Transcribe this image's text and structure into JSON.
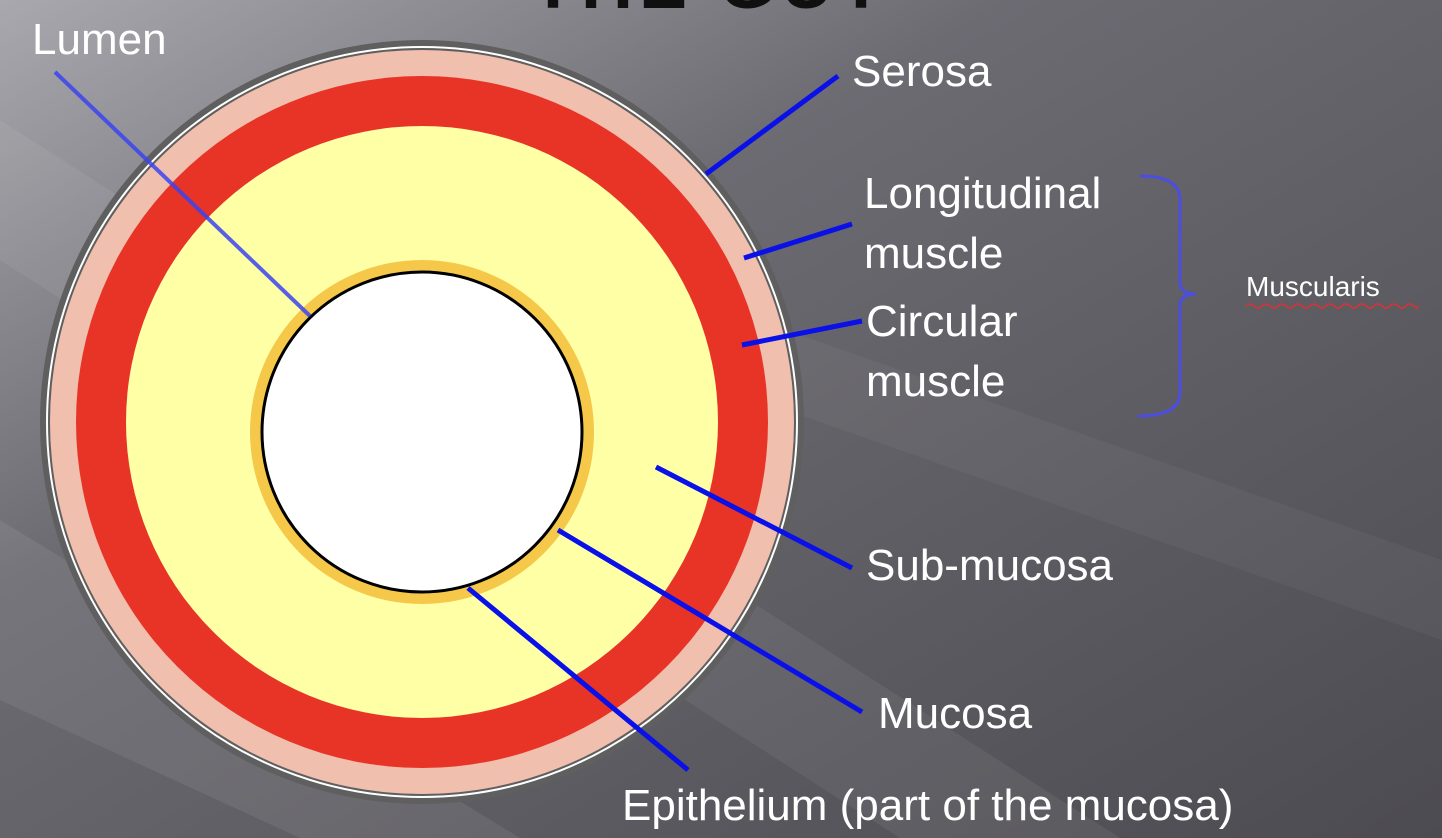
{
  "title": "THE GUT",
  "labels": {
    "lumen": "Lumen",
    "serosa": "Serosa",
    "longitudinal_line1": "Longitudinal",
    "longitudinal_line2": "muscle",
    "circular_line1": "Circular",
    "circular_line2": "muscle",
    "muscularis": "Muscularis",
    "submucosa": "Sub-mucosa",
    "mucosa": "Mucosa",
    "epithelium": "Epithelium (part of the mucosa)"
  },
  "colors": {
    "serosa_outer": "#5f5f5f",
    "longitudinal_muscle": "#f0bfae",
    "circular_muscle": "#e83327",
    "submucosa": "#ffffa6",
    "mucosa": "#f5c84a",
    "lumen": "#ffffff",
    "leader_line": "#0a10e8",
    "bracket": "#4b4ee0",
    "spell_underline": "#e03030"
  }
}
